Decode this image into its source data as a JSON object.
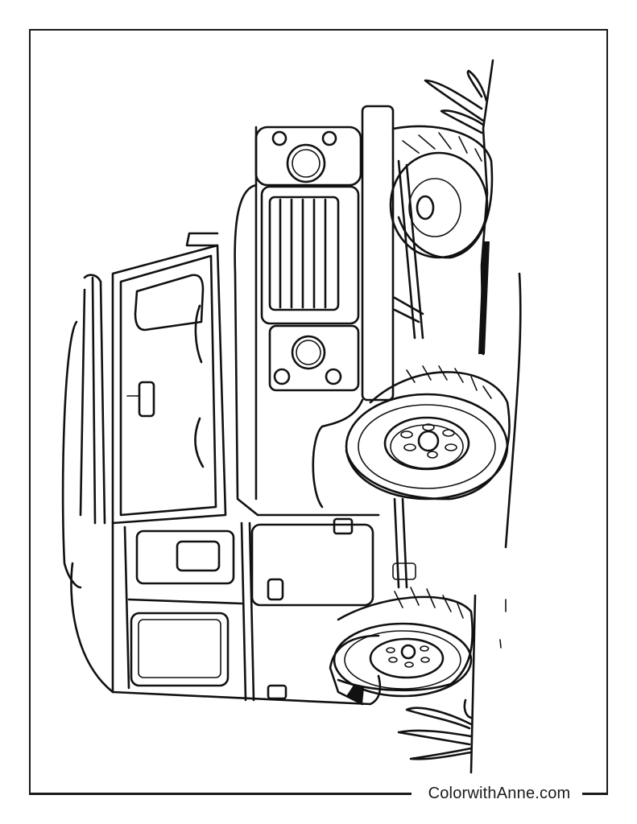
{
  "page": {
    "type": "coloring-page",
    "subject": "off-road truck (rotated 90 degrees)",
    "footer": {
      "site_label": "ColorwithAnne.com"
    },
    "colors": {
      "line": "#111111",
      "background": "#ffffff"
    }
  }
}
